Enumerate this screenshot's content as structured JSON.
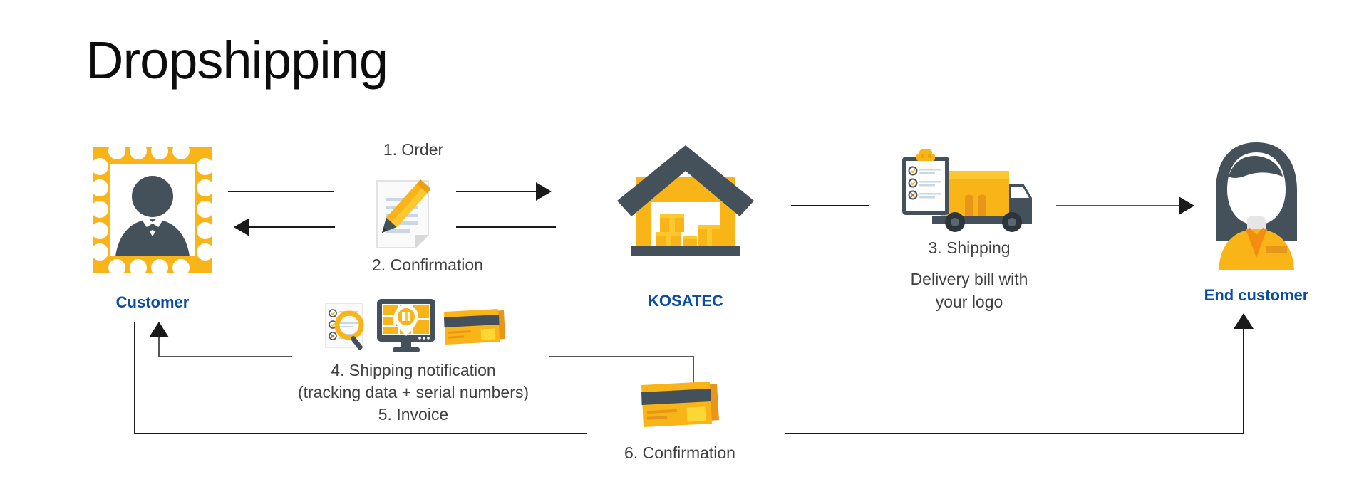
{
  "page": {
    "title": "Dropshipping",
    "background": "#ffffff"
  },
  "colors": {
    "brand_yellow": "#F9B418",
    "brand_yellow_light": "#FDC82F",
    "brand_yellow_dark": "#E8A30D",
    "dark_slate": "#44515A",
    "label_blue": "#0B4D9E",
    "text_grey": "#404040",
    "line_black": "#1A1A1A"
  },
  "nodes": [
    {
      "id": "customer",
      "label": "Customer",
      "icon": "stamp-portrait-icon"
    },
    {
      "id": "kosatec",
      "label": "KOSATEC",
      "icon": "warehouse-icon"
    },
    {
      "id": "end-customer",
      "label": "End customer",
      "icon": "woman-avatar-icon"
    }
  ],
  "steps": {
    "order": {
      "number": "1.",
      "label": "1. Order"
    },
    "confirmation": {
      "number": "2.",
      "label": "2. Confirmation"
    },
    "shipping": {
      "number": "3.",
      "label": "3. Shipping",
      "detail_line1": "Delivery bill with",
      "detail_line2": "your logo"
    },
    "shipping_notification": {
      "number": "4.",
      "label": "4. Shipping notification",
      "detail": "(tracking data + serial numbers)"
    },
    "invoice": {
      "number": "5.",
      "label": "5. Invoice"
    },
    "confirmation2": {
      "number": "6.",
      "label": "6. Confirmation"
    }
  },
  "icons": {
    "order_document": "document-pencil-icon",
    "shipping_truck": "truck-clipboard-icon",
    "tracking_group": [
      "checklist-magnifier-icon",
      "monitor-map-pin-icon",
      "credit-cards-icon"
    ],
    "confirmation_card": "credit-cards-icon"
  },
  "connectors": [
    {
      "name": "customer-to-kosatec-order",
      "direction": "right"
    },
    {
      "name": "kosatec-to-customer-confirmation",
      "direction": "left"
    },
    {
      "name": "kosatec-to-truck",
      "direction": "none"
    },
    {
      "name": "truck-to-end-customer",
      "direction": "right"
    },
    {
      "name": "kosatec-to-customer-notification",
      "direction": "up"
    },
    {
      "name": "kosatec-to-end-customer-confirmation",
      "direction": "up"
    }
  ]
}
